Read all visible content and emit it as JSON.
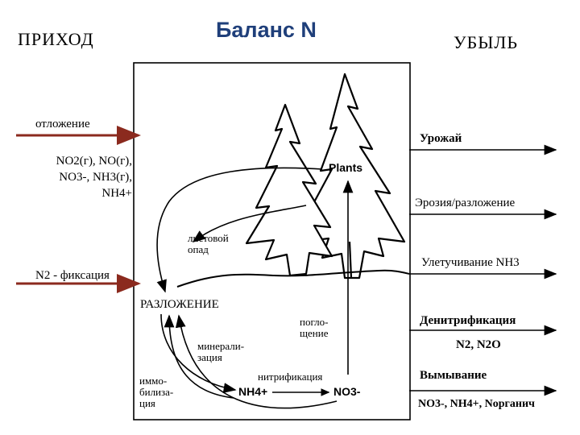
{
  "title": "Баланс N",
  "headers": {
    "income": "ПРИХОД",
    "outflow": "УБЫЛЬ"
  },
  "inputs": {
    "deposition": "отложение",
    "deposition_species": [
      "NO2(г), NO(г),",
      "NO3-, NH3(г),",
      "NH4+"
    ],
    "n2_fixation": "N2 - фиксация"
  },
  "outputs": {
    "harvest": "Урожай",
    "erosion": "Эрозия/разложение",
    "volatilization": "Улетучивание NH3",
    "denitrification": "Денитрификация",
    "denitrification_products": "N2, N2O",
    "leaching": "Вымывание",
    "leaching_products": "NO3-, NH4+, Nорганич"
  },
  "processes": {
    "plants": "Plants",
    "litter": [
      "листовой",
      "опад"
    ],
    "decomposition": "РАЗЛОЖЕНИЕ",
    "mineralization": [
      "минерали-",
      "зация"
    ],
    "uptake": [
      "погло-",
      "щение"
    ],
    "immobilization": [
      "иммо-",
      "билиза-",
      "ция"
    ],
    "nitrification": "нитрификация",
    "ammonium": "NH4+",
    "nitrate": "NO3-"
  },
  "colors": {
    "title": "#1f3f7a",
    "arrow": "#8b2a1e"
  }
}
